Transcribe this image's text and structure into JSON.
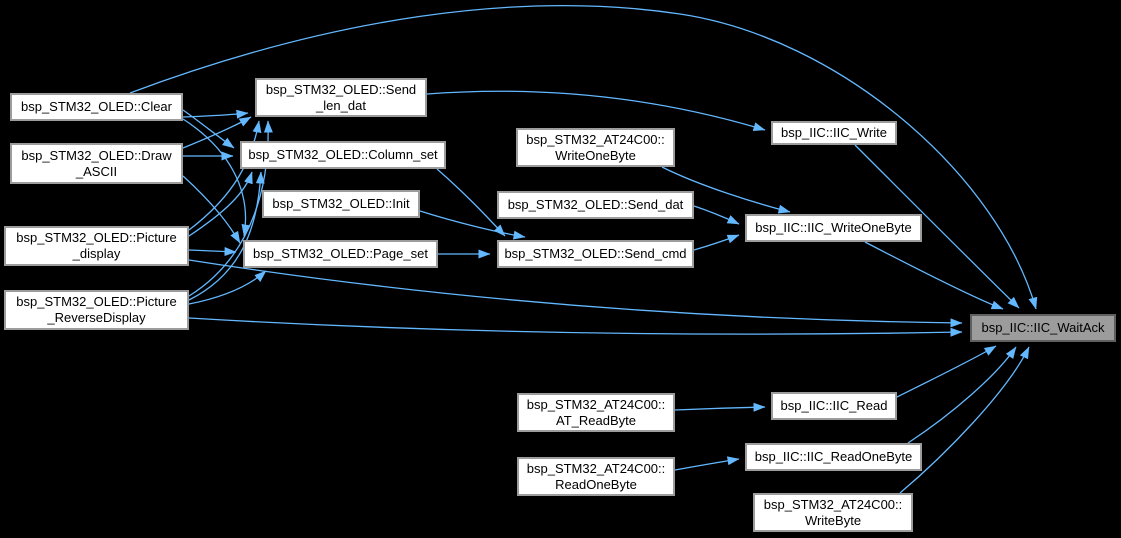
{
  "diagram": {
    "kind": "doxygen-caller-graph",
    "focus_node": "bsp_IIC::IIC_WaitAck",
    "colors": {
      "background": "#000000",
      "edge": "#63B8FF",
      "node_fill": "#FFFFFF",
      "node_border": "#9C9C9C",
      "focus_fill": "#9C9C9C",
      "focus_border": "#5F5F5F",
      "text": "#000000"
    },
    "nodes": {
      "clear": {
        "label": "bsp_STM32_OLED::Clear"
      },
      "draw_ascii": {
        "label": "bsp_STM32_OLED::Draw\n_ASCII"
      },
      "picture_display": {
        "label": "bsp_STM32_OLED::Picture\n_display"
      },
      "picture_reverse": {
        "label": "bsp_STM32_OLED::Picture\n_ReverseDisplay"
      },
      "send_len_dat": {
        "label": "bsp_STM32_OLED::Send\n_len_dat"
      },
      "column_set": {
        "label": "bsp_STM32_OLED::Column_set"
      },
      "init": {
        "label": "bsp_STM32_OLED::Init"
      },
      "page_set": {
        "label": "bsp_STM32_OLED::Page_set"
      },
      "at24_writeonebyte": {
        "label": "bsp_STM32_AT24C00::\nWriteOneByte"
      },
      "send_dat": {
        "label": "bsp_STM32_OLED::Send_dat"
      },
      "send_cmd": {
        "label": "bsp_STM32_OLED::Send_cmd"
      },
      "iic_write": {
        "label": "bsp_IIC::IIC_Write"
      },
      "iic_writeonebyte": {
        "label": "bsp_IIC::IIC_WriteOneByte"
      },
      "waitack": {
        "label": "bsp_IIC::IIC_WaitAck"
      },
      "at_readbyte": {
        "label": "bsp_STM32_AT24C00::\nAT_ReadByte"
      },
      "iic_read": {
        "label": "bsp_IIC::IIC_Read"
      },
      "readonebyte": {
        "label": "bsp_STM32_AT24C00::\nReadOneByte"
      },
      "iic_readonebyte": {
        "label": "bsp_IIC::IIC_ReadOneByte"
      },
      "writebyte": {
        "label": "bsp_STM32_AT24C00::\nWriteByte"
      }
    },
    "edges": [
      {
        "from": "clear",
        "to": "send_len_dat"
      },
      {
        "from": "clear",
        "to": "column_set"
      },
      {
        "from": "clear",
        "to": "page_set"
      },
      {
        "from": "clear",
        "to": "waitack"
      },
      {
        "from": "draw_ascii",
        "to": "send_len_dat"
      },
      {
        "from": "draw_ascii",
        "to": "column_set"
      },
      {
        "from": "draw_ascii",
        "to": "page_set"
      },
      {
        "from": "picture_display",
        "to": "send_len_dat"
      },
      {
        "from": "picture_display",
        "to": "column_set"
      },
      {
        "from": "picture_display",
        "to": "page_set"
      },
      {
        "from": "picture_display",
        "to": "waitack"
      },
      {
        "from": "picture_reverse",
        "to": "send_len_dat"
      },
      {
        "from": "picture_reverse",
        "to": "column_set"
      },
      {
        "from": "picture_reverse",
        "to": "page_set"
      },
      {
        "from": "picture_reverse",
        "to": "waitack"
      },
      {
        "from": "send_len_dat",
        "to": "iic_write"
      },
      {
        "from": "column_set",
        "to": "send_cmd"
      },
      {
        "from": "init",
        "to": "send_cmd"
      },
      {
        "from": "page_set",
        "to": "send_cmd"
      },
      {
        "from": "send_dat",
        "to": "iic_writeonebyte"
      },
      {
        "from": "send_cmd",
        "to": "iic_writeonebyte"
      },
      {
        "from": "at24_writeonebyte",
        "to": "iic_writeonebyte"
      },
      {
        "from": "iic_write",
        "to": "waitack"
      },
      {
        "from": "iic_writeonebyte",
        "to": "waitack"
      },
      {
        "from": "at_readbyte",
        "to": "iic_read"
      },
      {
        "from": "readonebyte",
        "to": "iic_readonebyte"
      },
      {
        "from": "iic_read",
        "to": "waitack"
      },
      {
        "from": "iic_readonebyte",
        "to": "waitack"
      },
      {
        "from": "writebyte",
        "to": "waitack"
      }
    ]
  }
}
